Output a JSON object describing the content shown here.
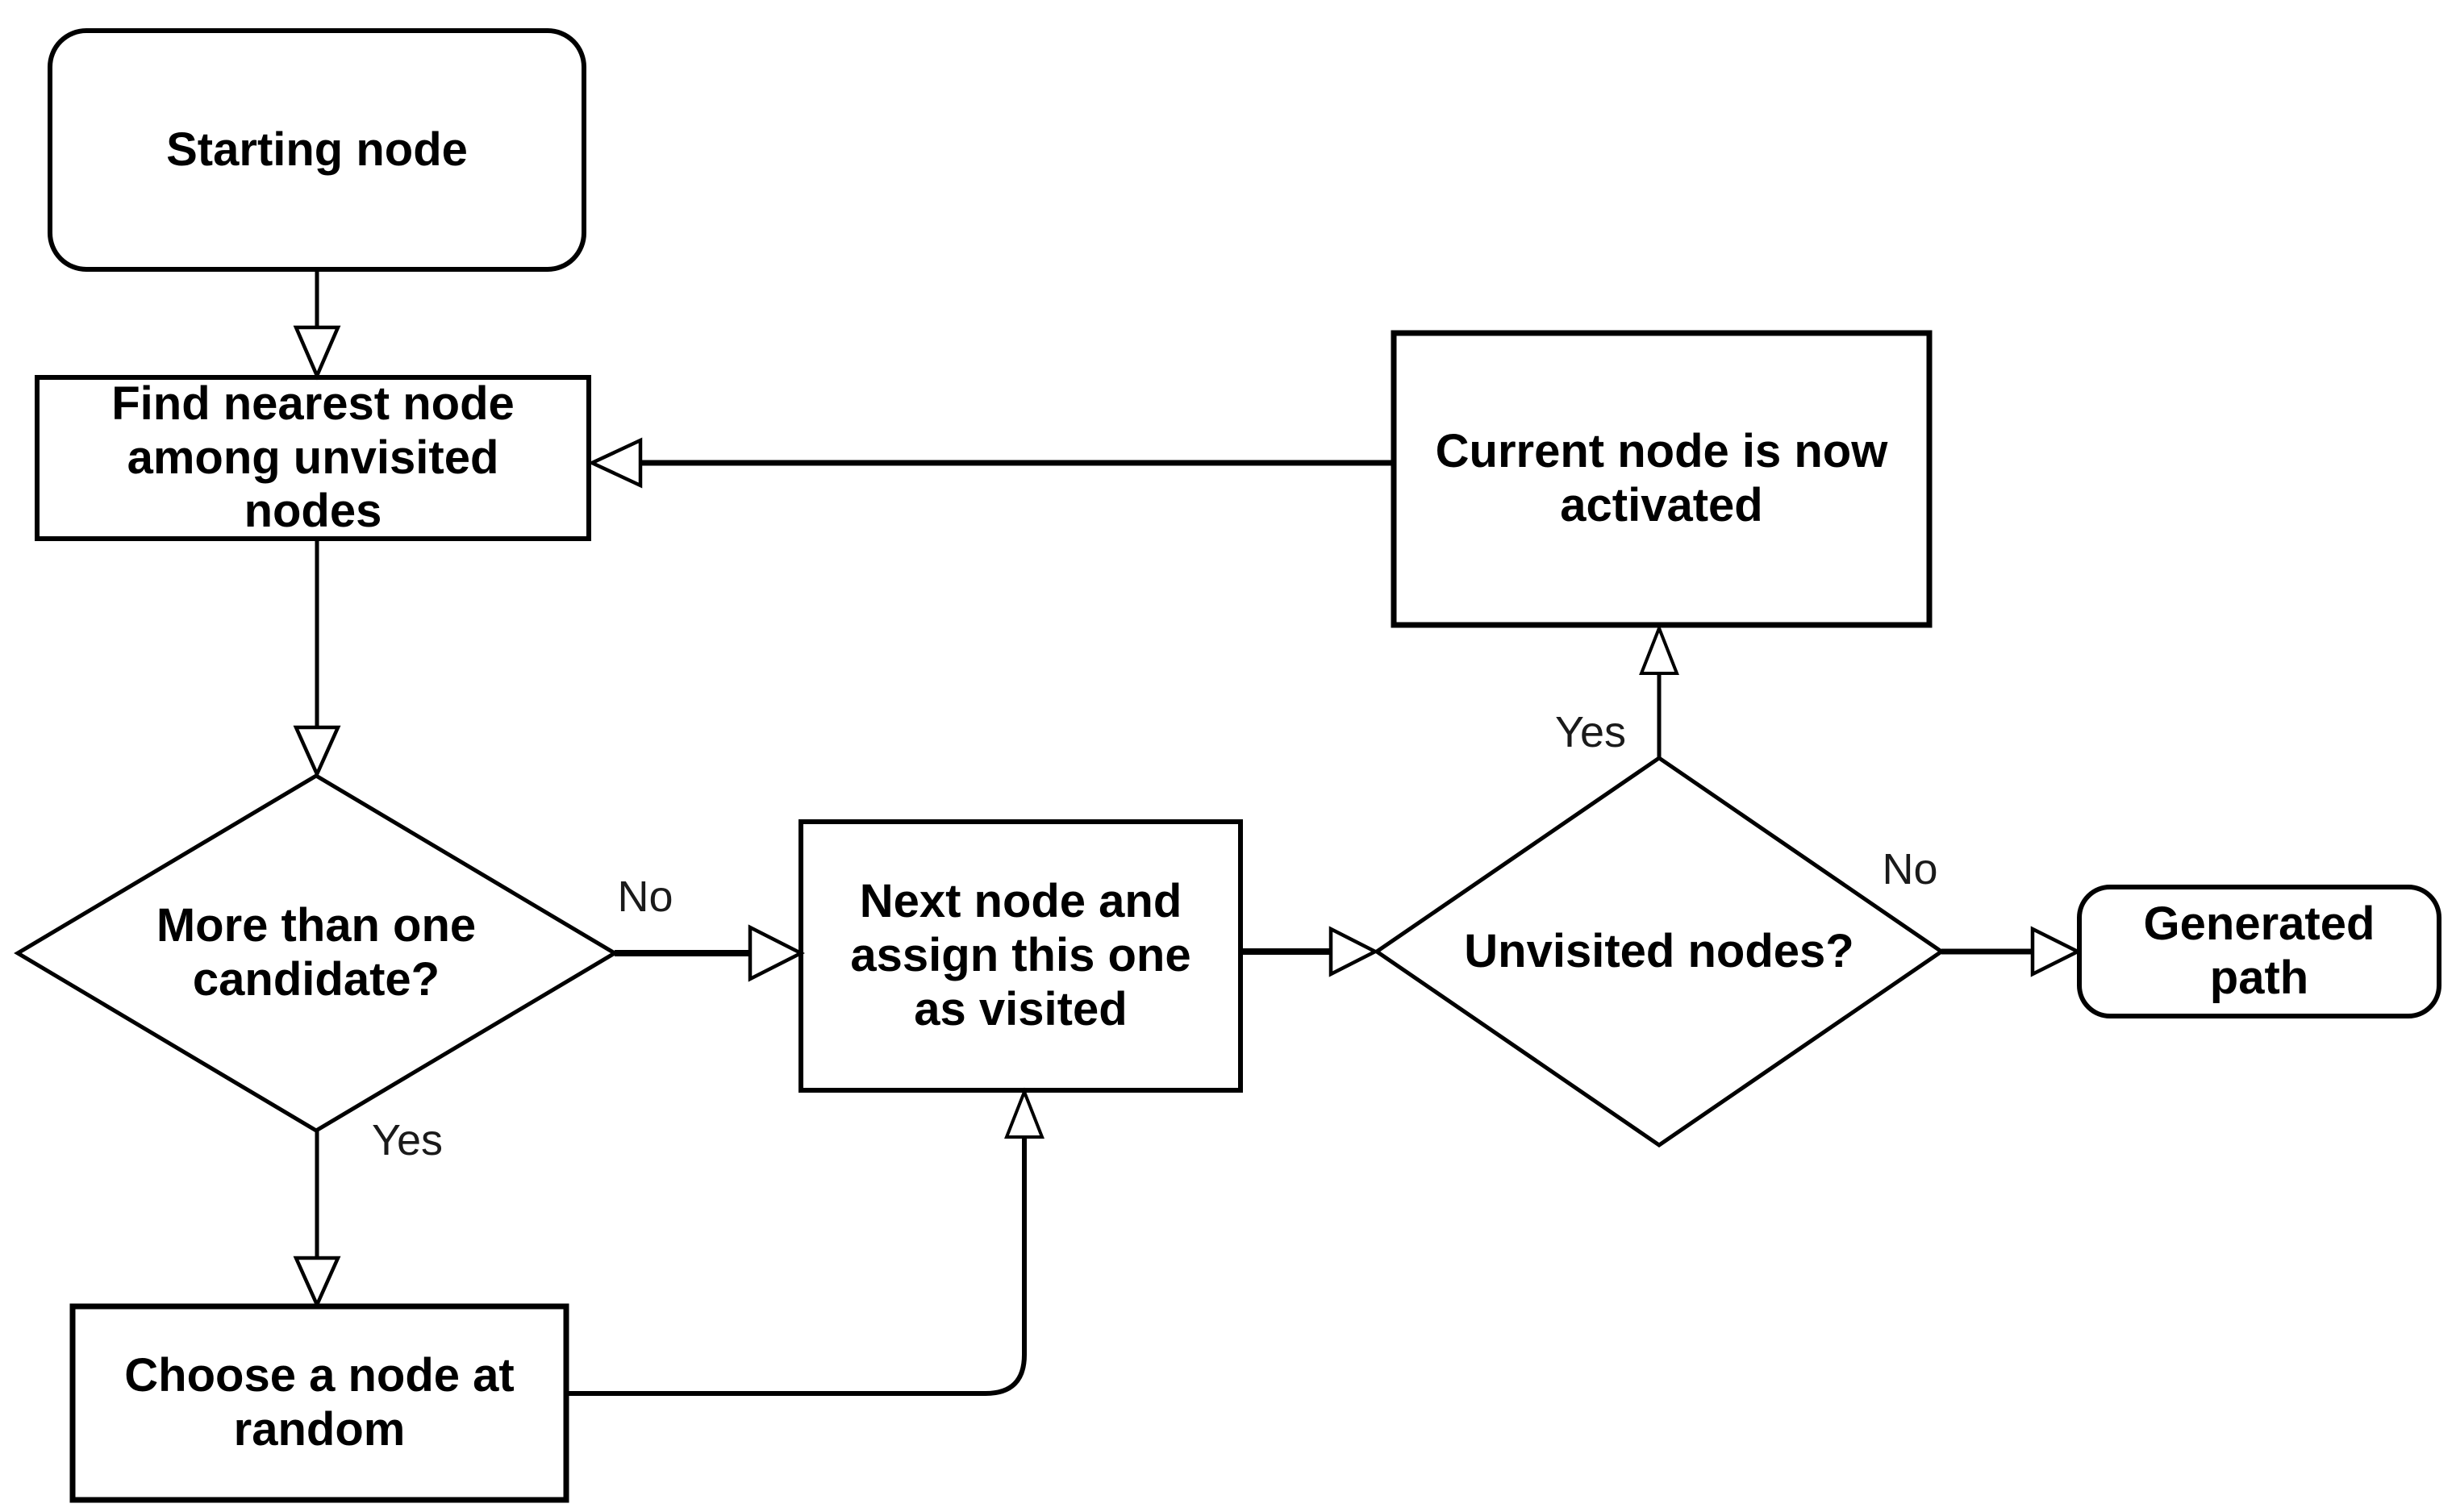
{
  "diagram": {
    "type": "flowchart",
    "background_color": "#ffffff",
    "line_color": "#000000",
    "text_color": "#000000",
    "edge_label_color": "#1a1a1a",
    "nodes": [
      {
        "id": "start",
        "shape": "rounded-rectangle",
        "label": "Starting node"
      },
      {
        "id": "find_nearest",
        "shape": "rectangle",
        "label": "Find nearest node\namong unvisited\nnodes"
      },
      {
        "id": "more_than_one",
        "shape": "diamond",
        "label": "More than one\ncandidate?"
      },
      {
        "id": "choose_random",
        "shape": "rectangle",
        "label": "Choose a node at\nrandom"
      },
      {
        "id": "next_node",
        "shape": "rectangle",
        "label": "Next node and\nassign this one\nas visited"
      },
      {
        "id": "unvisited",
        "shape": "diamond",
        "label": "Unvisited nodes?"
      },
      {
        "id": "current_activated",
        "shape": "rectangle",
        "label": "Current node is now\nactivated"
      },
      {
        "id": "generated_path",
        "shape": "rounded-rectangle",
        "label": "Generated\npath"
      }
    ],
    "edges": [
      {
        "from": "start",
        "to": "find_nearest",
        "label": ""
      },
      {
        "from": "find_nearest",
        "to": "more_than_one",
        "label": ""
      },
      {
        "from": "more_than_one",
        "to": "next_node",
        "label": "No"
      },
      {
        "from": "more_than_one",
        "to": "choose_random",
        "label": "Yes"
      },
      {
        "from": "choose_random",
        "to": "next_node",
        "label": ""
      },
      {
        "from": "next_node",
        "to": "unvisited",
        "label": ""
      },
      {
        "from": "unvisited",
        "to": "current_activated",
        "label": "Yes"
      },
      {
        "from": "unvisited",
        "to": "generated_path",
        "label": "No"
      },
      {
        "from": "current_activated",
        "to": "find_nearest",
        "label": ""
      }
    ]
  }
}
